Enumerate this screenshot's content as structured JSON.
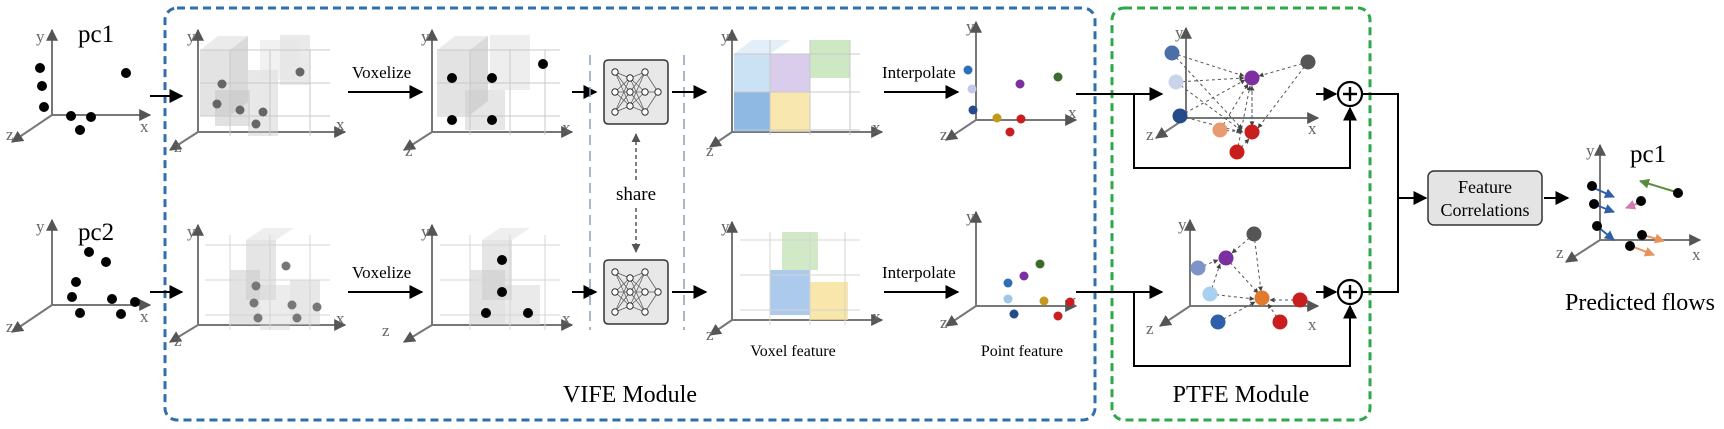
{
  "inputs": {
    "pc1": "pc1",
    "pc2": "pc2"
  },
  "axes": {
    "x": "x",
    "y": "y",
    "z": "z"
  },
  "steps": {
    "voxelize": "Voxelize",
    "interpolate": "Interpolate",
    "share": "share",
    "voxel_feature": "Voxel feature",
    "point_feature": "Point feature"
  },
  "modules": {
    "vife": "VIFE Module",
    "ptfe": "PTFE Module"
  },
  "correlation": {
    "line1": "Feature",
    "line2": "Correlations"
  },
  "output": {
    "label": "pc1",
    "caption": "Predicted flows"
  },
  "colors": {
    "vife_border": "#2f6fad",
    "ptfe_border": "#2ea84a",
    "feat_blue": "#5f9ad6",
    "feat_purple": "#b79ad8",
    "feat_green": "#9fcf8c",
    "feat_yellow": "#f4d47a",
    "point_red": "#c81e1e",
    "point_purple": "#7b2fa0",
    "point_orange": "#e07a2c"
  }
}
